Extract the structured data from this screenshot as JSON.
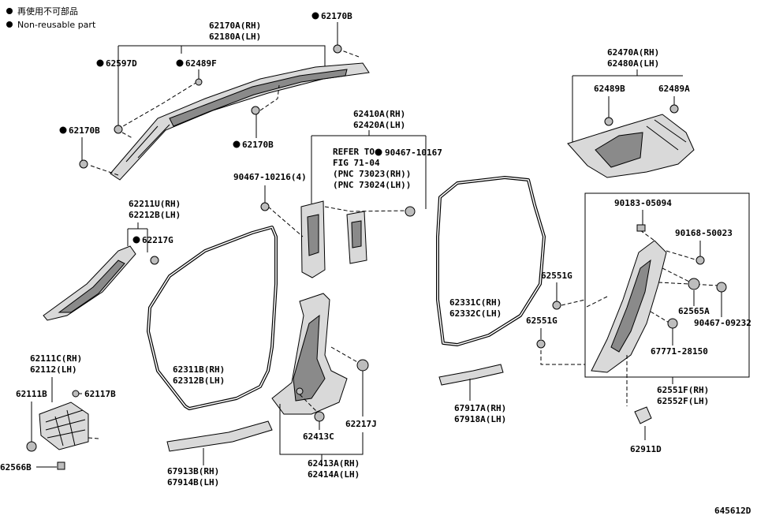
{
  "legend": {
    "reuse": "再使用不可部品",
    "nonreuse": "Non-reusable part"
  },
  "figure_code": "645612D",
  "labels": {
    "p62170a": "62170A(RH)",
    "p62180a": "62180A(LH)",
    "p62170b_top": "62170B",
    "p62597d": "62597D",
    "p62489f": "62489F",
    "p62170b_left": "62170B",
    "p62170b_mid": "62170B",
    "p62470a": "62470A(RH)",
    "p62480a": "62480A(LH)",
    "p62489b": "62489B",
    "p62489a": "62489A",
    "p62410a": "62410A(RH)",
    "p62420a": "62420A(LH)",
    "refer1": "REFER TO",
    "refer2": "FIG 71-04",
    "refer3": "(PNC 73023(RH))",
    "refer4": "(PNC 73024(LH))",
    "p90467_10167": "90467-10167",
    "p90467_10216": "90467-10216(4)",
    "p62211u": "62211U(RH)",
    "p62212b": "62212B(LH)",
    "p62217g": "62217G",
    "p90183": "90183-05094",
    "p90168": "90168-50023",
    "p62551g_a": "62551G",
    "p62551g_b": "62551G",
    "p62331c": "62331C(RH)",
    "p62332c": "62332C(LH)",
    "p62565a": "62565A",
    "p90467_09232": "90467-09232",
    "p67771": "67771-28150",
    "p62111c": "62111C(RH)",
    "p62112": "62112(LH)",
    "p62111b": "62111B",
    "p62117b": "62117B",
    "p62566b": "62566B",
    "p62311b": "62311B(RH)",
    "p62312b": "62312B(LH)",
    "p62217j": "62217J",
    "p62413c": "62413C",
    "p62413a": "62413A(RH)",
    "p62414a": "62414A(LH)",
    "p67913b": "67913B(RH)",
    "p67914b": "67914B(LH)",
    "p67917a": "67917A(RH)",
    "p67918a": "67918A(LH)",
    "p62551f": "62551F(RH)",
    "p62552f": "62552F(LH)",
    "p62911d": "62911D"
  }
}
